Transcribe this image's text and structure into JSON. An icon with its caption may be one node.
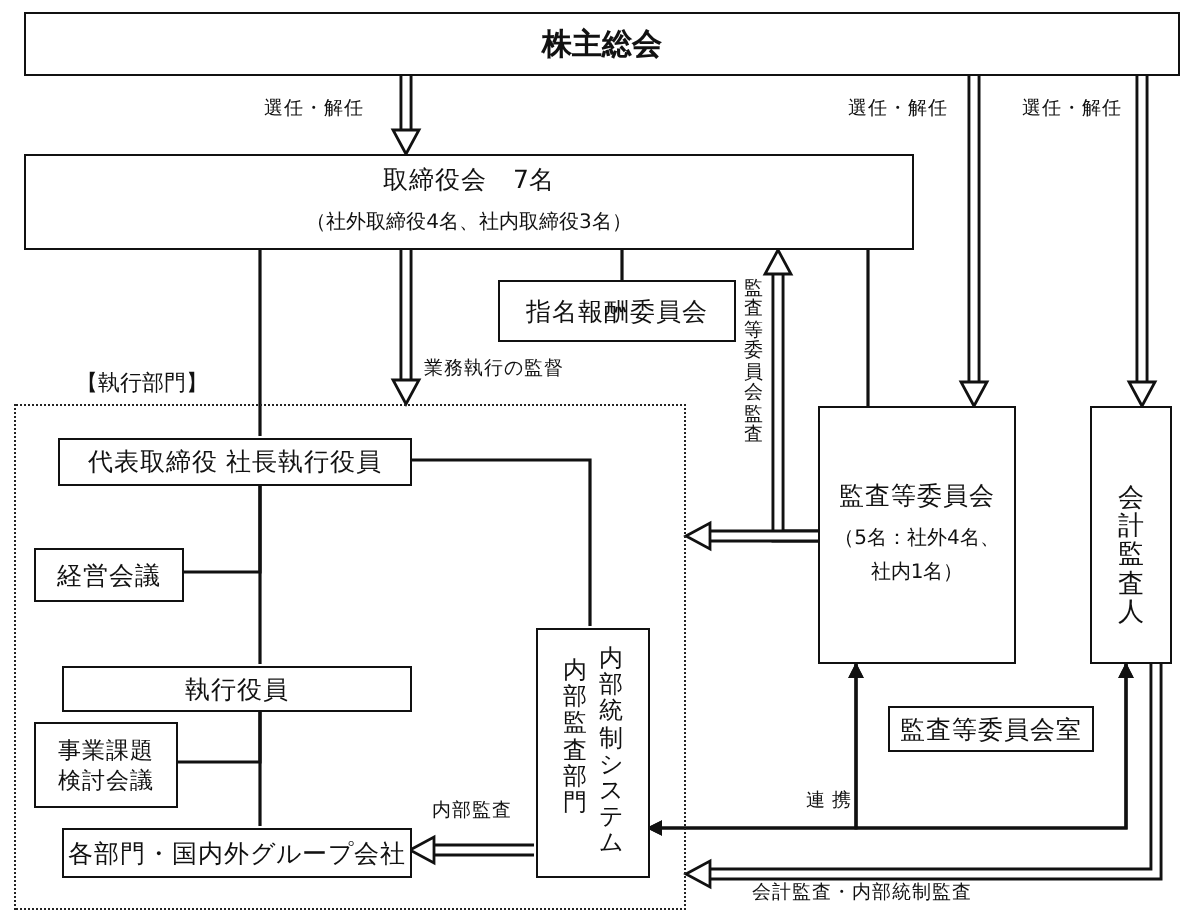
{
  "diagram": {
    "nodes": [
      {
        "text": [
          "株主総会"
        ]
      },
      {
        "text": [
          "取締役会　7名",
          "（社外取締役4名、社内取締役3名）"
        ]
      },
      {
        "text": [
          "指名報酬委員会"
        ]
      },
      {
        "text": [
          "【執行部門】"
        ]
      },
      {
        "text": [
          "代表取締役 社長執行役員"
        ],
        "in": 3
      },
      {
        "text": [
          "経営会議"
        ],
        "in": 3
      },
      {
        "text": [
          "執行役員"
        ],
        "in": 3
      },
      {
        "text": [
          "事業課題検討会議"
        ],
        "in": 3
      },
      {
        "text": [
          "各部門・国内外グループ会社"
        ],
        "in": 3
      },
      {
        "text": [
          "内部監査部門",
          "内部統制システム"
        ],
        "in": 3
      },
      {
        "text": [
          "監査等委員会",
          "（5名：社外4名、社内1名）"
        ]
      },
      {
        "text": [
          "監査等委員会室"
        ]
      },
      {
        "text": [
          "会計監査人"
        ]
      }
    ],
    "edges": [
      {
        "from": 0,
        "to": 1,
        "arrow": "to",
        "style": "thick",
        "label": "選任・解任"
      },
      {
        "from": 0,
        "to": 10,
        "arrow": "to",
        "style": "thick",
        "label": "選任・解任"
      },
      {
        "from": 0,
        "to": 12,
        "arrow": "to",
        "style": "thick",
        "label": "選任・解任"
      },
      {
        "from": 1,
        "to": 2,
        "arrow": "none"
      },
      {
        "from": 1,
        "to": 3,
        "arrow": "to",
        "style": "thick",
        "label": "業務執行の監督"
      },
      {
        "from": 1,
        "to": 4,
        "arrow": "none"
      },
      {
        "from": 1,
        "to": 10,
        "arrow": "none"
      },
      {
        "from": 10,
        "to": 1,
        "arrow": "to",
        "style": "thick",
        "label": "監査等委員会監査"
      },
      {
        "from": 10,
        "to": 3,
        "arrow": "to",
        "style": "thick"
      },
      {
        "from": 4,
        "to": 5,
        "arrow": "none"
      },
      {
        "from": 4,
        "to": 6,
        "arrow": "none"
      },
      {
        "from": 4,
        "to": 9,
        "arrow": "none"
      },
      {
        "from": 6,
        "to": 7,
        "arrow": "none"
      },
      {
        "from": 6,
        "to": 8,
        "arrow": "none"
      },
      {
        "from": 9,
        "to": 8,
        "arrow": "to",
        "style": "thick",
        "label": "内部監査"
      },
      {
        "from": 9,
        "to": 10,
        "arrow": "both",
        "label": "連 携"
      },
      {
        "from": 10,
        "to": 12,
        "arrow": "both"
      },
      {
        "from": 9,
        "to": 12,
        "arrow": "both"
      },
      {
        "from": 12,
        "to": 3,
        "arrow": "to",
        "style": "thick",
        "label": "会計監査・内部統制監査"
      }
    ]
  }
}
